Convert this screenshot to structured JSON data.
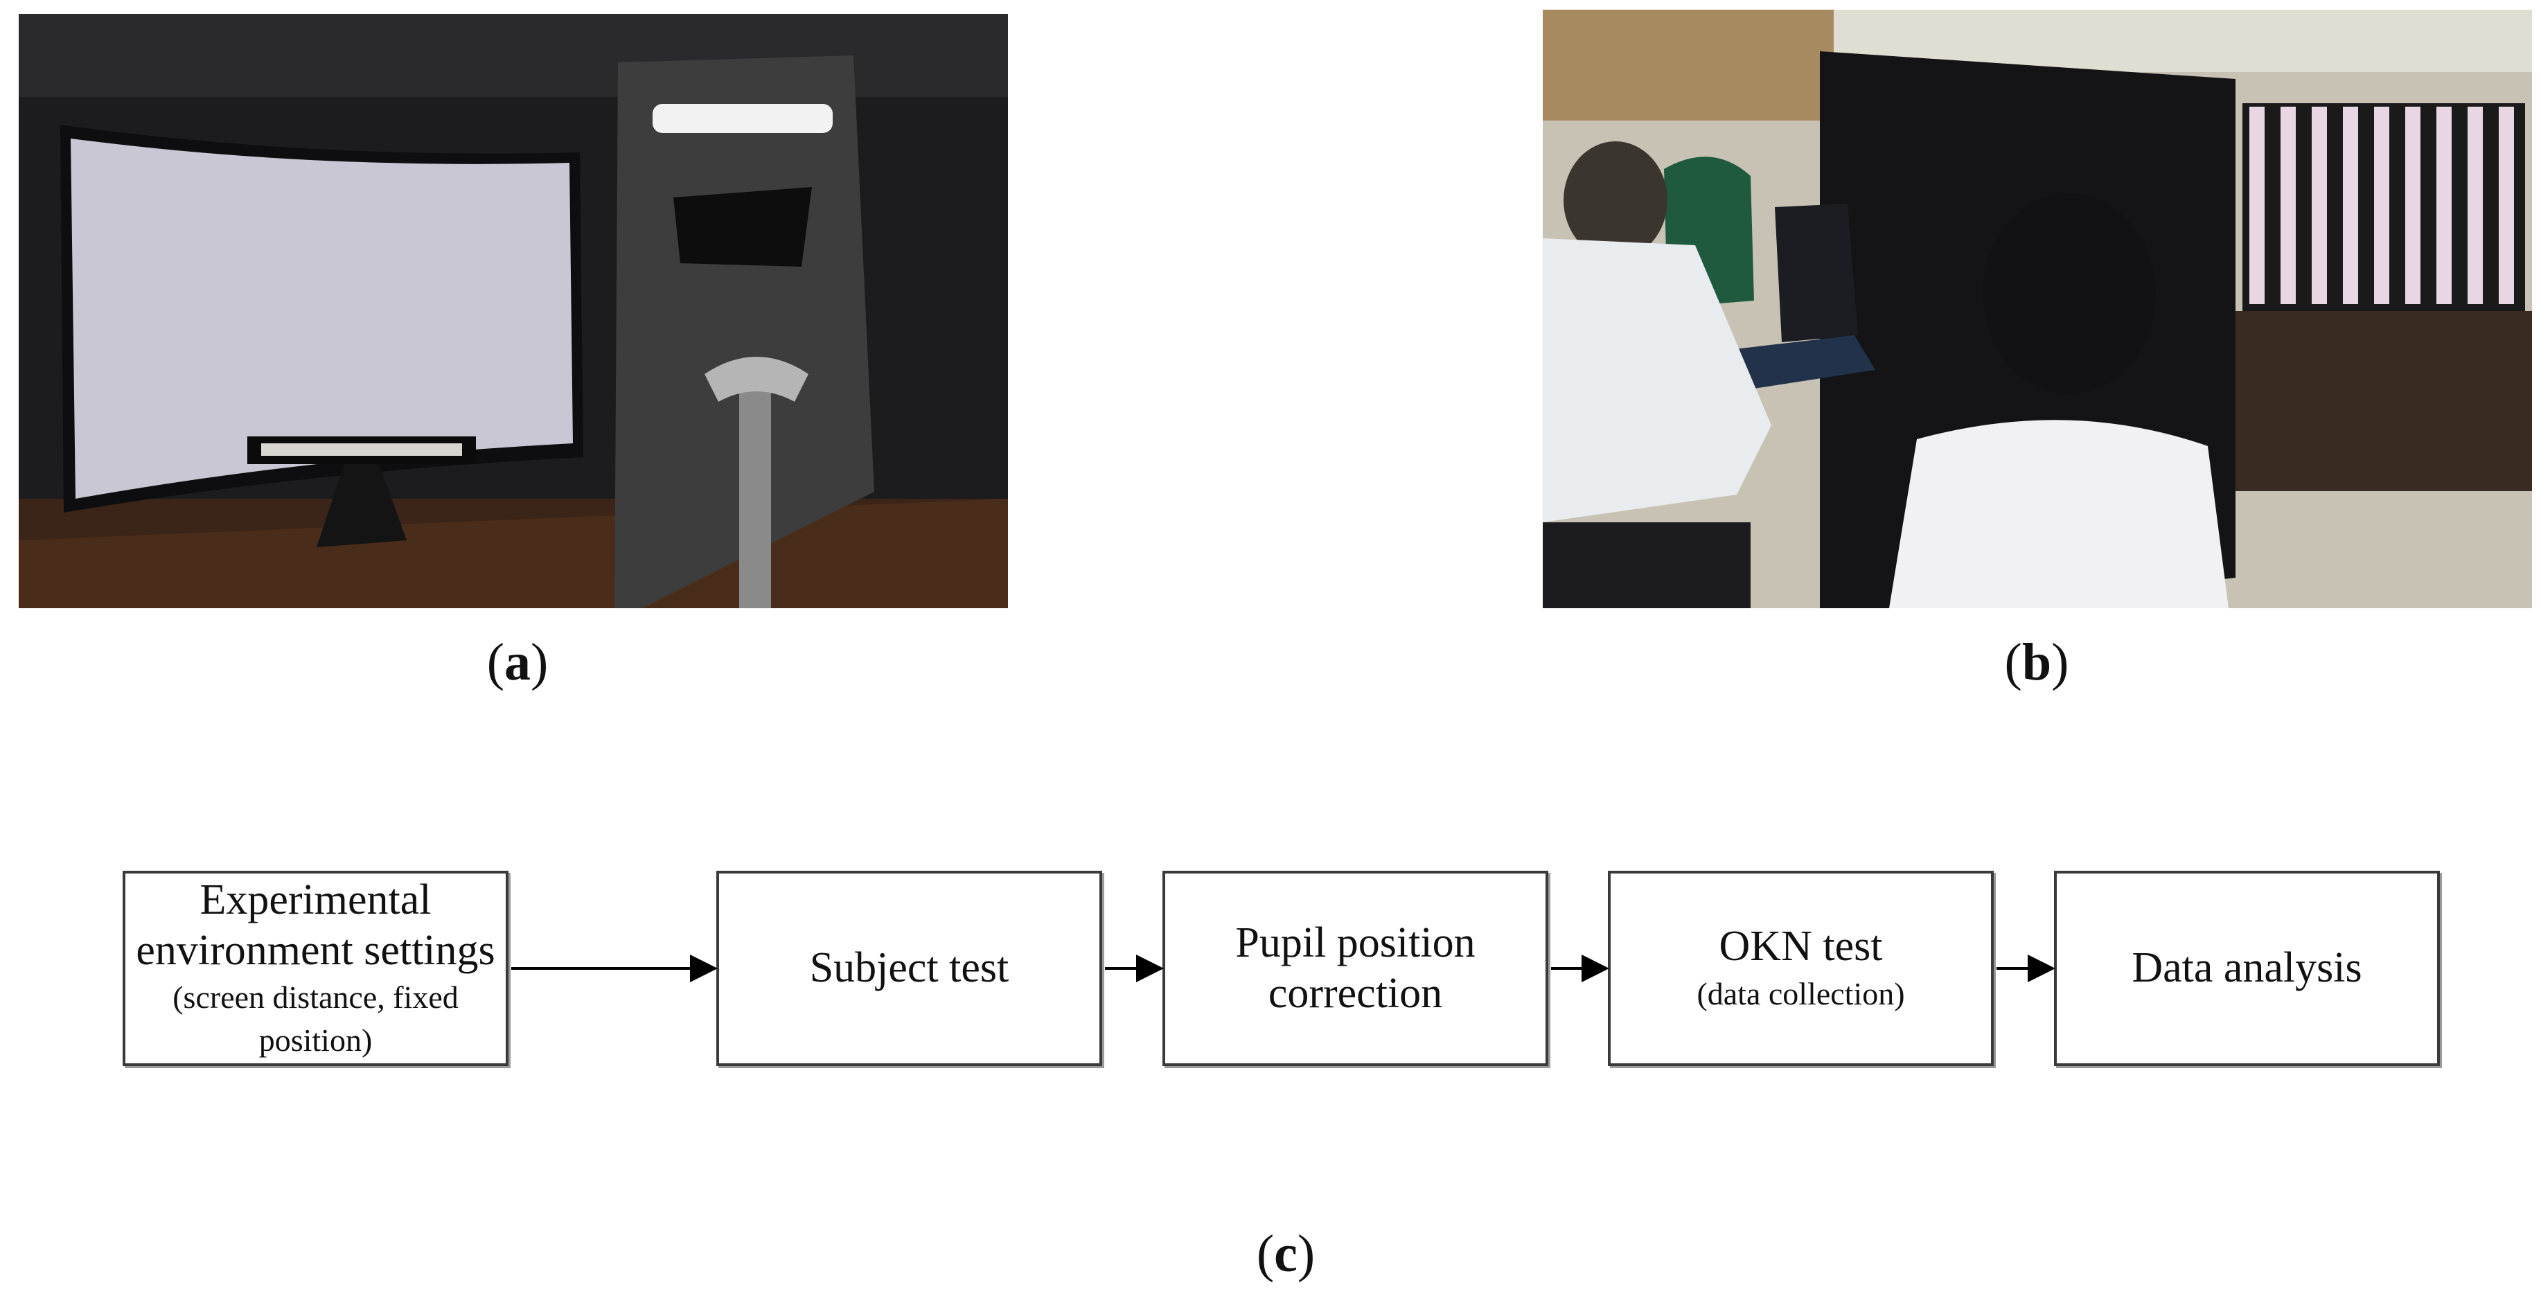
{
  "panels": {
    "a": {
      "label_open": "(",
      "label_letter": "a",
      "label_close": ")"
    },
    "b": {
      "label_open": "(",
      "label_letter": "b",
      "label_close": ")"
    },
    "c": {
      "label_open": "(",
      "label_letter": "c",
      "label_close": ")"
    }
  },
  "flowchart": {
    "steps": [
      {
        "lines": [
          "Experimental",
          "environment settings"
        ],
        "sub": "(screen distance, fixed position)"
      },
      {
        "lines": [
          "Subject test"
        ],
        "sub": ""
      },
      {
        "lines": [
          "Pupil position",
          "correction"
        ],
        "sub": ""
      },
      {
        "lines": [
          "OKN test"
        ],
        "sub": "(data collection)"
      },
      {
        "lines": [
          "Data analysis"
        ],
        "sub": ""
      }
    ]
  },
  "colors": {
    "box_border": "#3a3a3a",
    "arrow": "#000000"
  }
}
